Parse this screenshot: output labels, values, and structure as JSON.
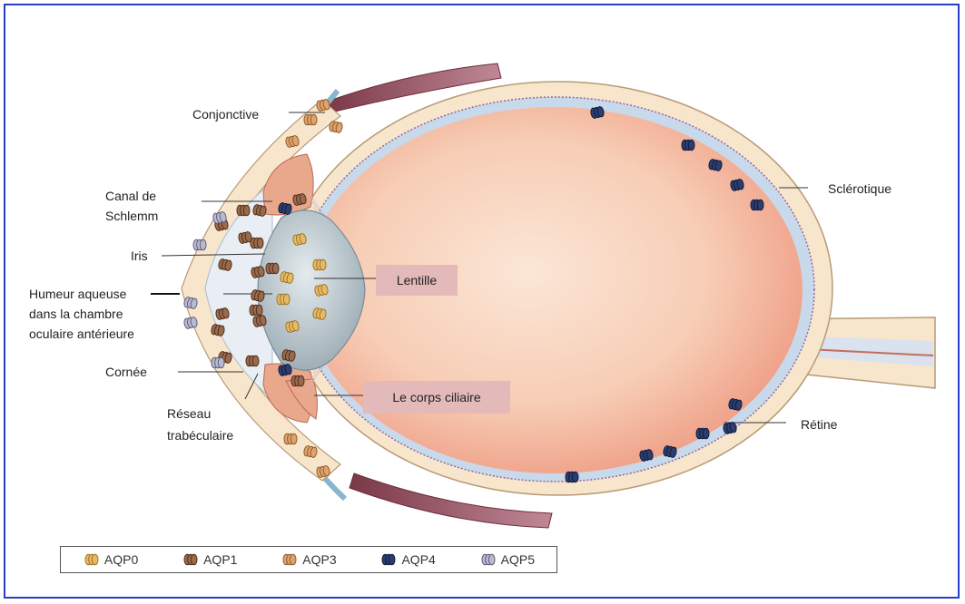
{
  "labels": {
    "conjonctive": "Conjonctive",
    "canal_de": "Canal de",
    "schlemm": "Schlemm",
    "iris": "Iris",
    "humeur_1": "Humeur aqueuse",
    "humeur_2": "dans la chambre",
    "humeur_3": "oculaire antérieure",
    "cornee": "Cornée",
    "reseau": "Réseau",
    "trabeculaire": "trabéculaire",
    "sclerotique": "Sclérotique",
    "retine": "Rétine",
    "lentille": "Lentille",
    "corps_ciliaire": "Le corps ciliaire"
  },
  "legend": [
    {
      "label": "AQP0",
      "color": "#e7b866",
      "stroke": "#9a7420"
    },
    {
      "label": "AQP1",
      "color": "#9a6a4c",
      "stroke": "#4c2c1a"
    },
    {
      "label": "AQP3",
      "color": "#dfa26c",
      "stroke": "#8a5a28"
    },
    {
      "label": "AQP4",
      "color": "#2c3e6f",
      "stroke": "#0e1a3a"
    },
    {
      "label": "AQP5",
      "color": "#b9b9cf",
      "stroke": "#5a5a78"
    }
  ],
  "colors": {
    "frame": "#2a3ec7",
    "sclera": "#f8e6cc",
    "vitreous": "#f6c9b0",
    "retina": "#c7d7ea",
    "lens": "#bcc8cf",
    "iris": "#e9a78c",
    "muscle": "#a85c6a",
    "label_box": "#e3b9b9"
  }
}
